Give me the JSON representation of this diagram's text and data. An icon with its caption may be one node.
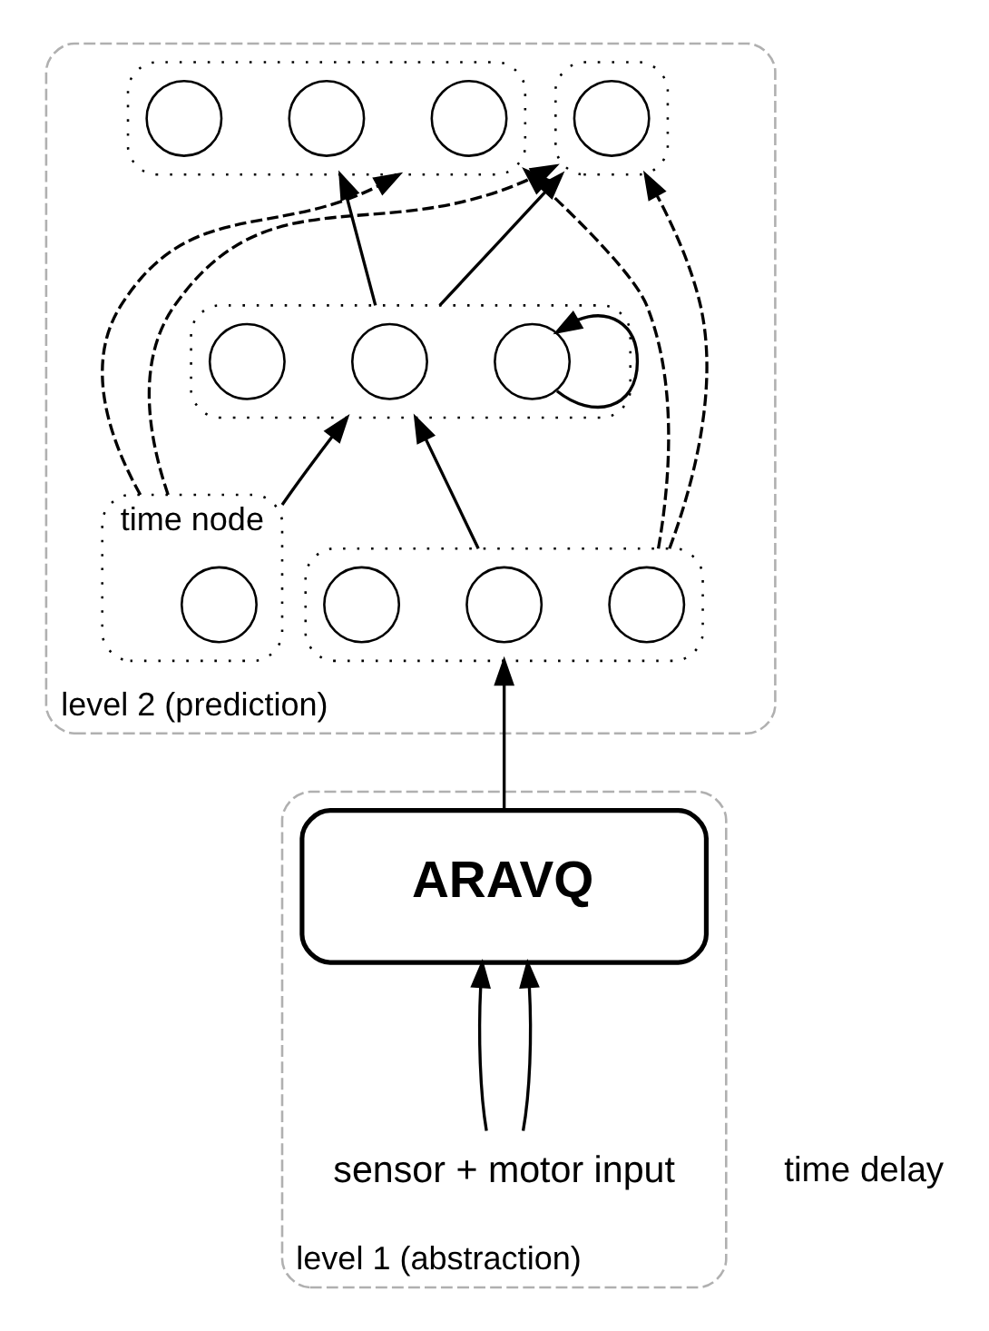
{
  "diagram": {
    "nodes": [
      {
        "text": [
          "level 2 (prediction)"
        ]
      },
      {
        "text": [],
        "shape": "box",
        "in": 0
      },
      {
        "text": [],
        "shape": "circle",
        "in": 1
      },
      {
        "text": [],
        "shape": "circle",
        "in": 1
      },
      {
        "text": [],
        "shape": "circle",
        "in": 1
      },
      {
        "text": [],
        "shape": "box",
        "in": 0
      },
      {
        "text": [],
        "shape": "circle",
        "in": 5
      },
      {
        "text": [],
        "shape": "box",
        "in": 0
      },
      {
        "text": [],
        "shape": "circle",
        "in": 7
      },
      {
        "text": [],
        "shape": "circle",
        "in": 7
      },
      {
        "text": [],
        "shape": "circle",
        "in": 7
      },
      {
        "text": [],
        "shape": "box",
        "in": 0
      },
      {
        "text": [],
        "shape": "circle",
        "in": 11
      },
      {
        "text": [],
        "shape": "circle",
        "in": 11
      },
      {
        "text": [],
        "shape": "circle",
        "in": 11
      },
      {
        "text": [],
        "shape": "box",
        "in": 0,
        "beside": [
          "time node"
        ]
      },
      {
        "text": [],
        "shape": "circle",
        "in": 15
      },
      {
        "text": [
          "level 1 (abstraction)"
        ]
      },
      {
        "text": [
          "ARAVQ"
        ],
        "in": 17
      },
      {
        "text": [
          "sensor + motor input"
        ],
        "in": 17
      }
    ],
    "edges": [
      {
        "from": 7,
        "to": 1,
        "arrow": "to"
      },
      {
        "from": 7,
        "to": 5,
        "arrow": "to"
      },
      {
        "from": 10,
        "to": 10,
        "arrow": "to"
      },
      {
        "from": 11,
        "to": 7,
        "arrow": "to"
      },
      {
        "from": 15,
        "to": 7,
        "arrow": "to"
      },
      {
        "from": 18,
        "to": 11,
        "arrow": "to"
      },
      {
        "from": 19,
        "to": 18,
        "arrow": "to"
      },
      {
        "from": 19,
        "to": 18,
        "arrow": "to"
      },
      {
        "from": 11,
        "to": 1,
        "arrow": "to",
        "style": "dashed"
      },
      {
        "from": 11,
        "to": 5,
        "arrow": "to",
        "style": "dashed"
      },
      {
        "from": 15,
        "to": 1,
        "arrow": "to",
        "style": "dashed"
      },
      {
        "from": 15,
        "to": 5,
        "arrow": "to",
        "style": "dashed"
      }
    ],
    "labels": [
      "time delay"
    ]
  }
}
